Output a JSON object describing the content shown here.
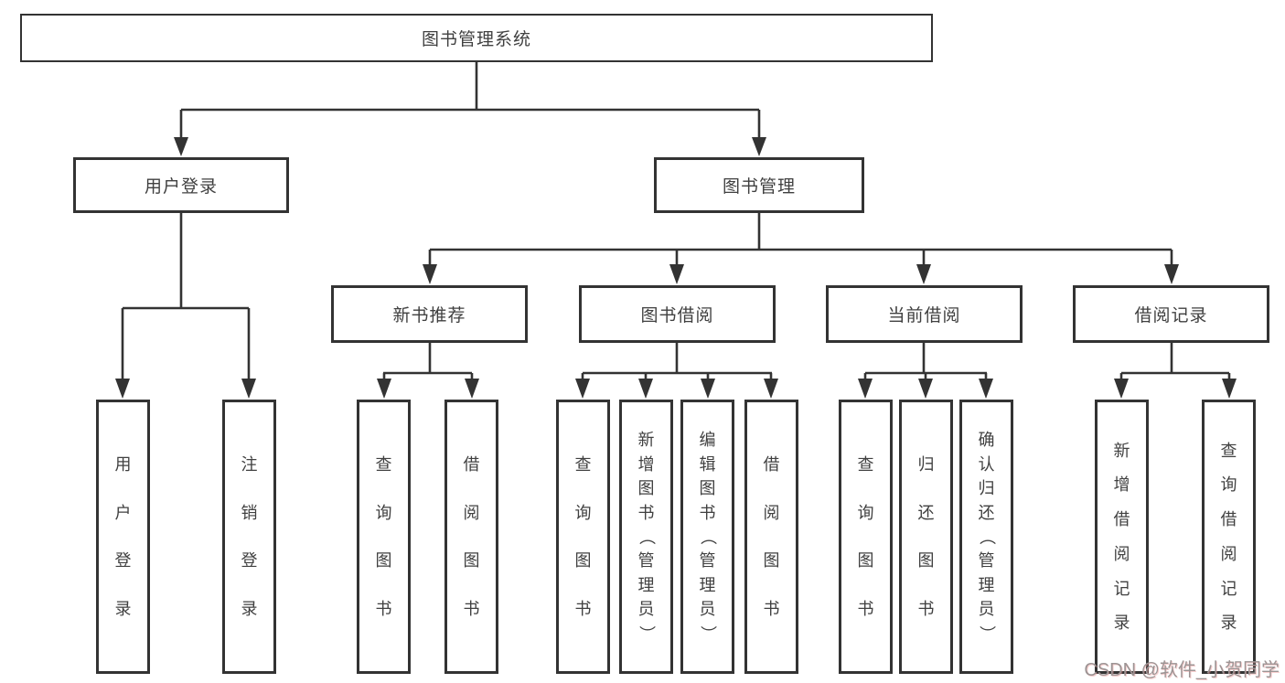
{
  "root_label": "图书管理系统",
  "nodes": {
    "user_login": "用户登录",
    "book_management": "图书管理",
    "new_book_recommend": "新书推荐",
    "book_borrowing": "图书借阅",
    "current_borrowing": "当前借阅",
    "borrowing_records": "借阅记录"
  },
  "leaves": {
    "user_login": [
      "用户登录",
      "注销登录"
    ],
    "new_book_recommend": [
      "查询图书",
      "借阅图书"
    ],
    "book_borrowing": [
      "查询图书",
      "新增图书（管理员）",
      "编辑图书（管理员）",
      "借阅图书"
    ],
    "current_borrowing": [
      "查询图书",
      "归还图书",
      "确认归还（管理员）"
    ],
    "borrowing_records": [
      "新增借阅记录",
      "查询借阅记录"
    ]
  },
  "watermark": "CSDN @软件_小贺同学",
  "colors": {
    "line": "#333333",
    "box_border": "#333333",
    "box_fill": "#ffffff",
    "text": "#404040",
    "watermark": "#9c9494"
  }
}
